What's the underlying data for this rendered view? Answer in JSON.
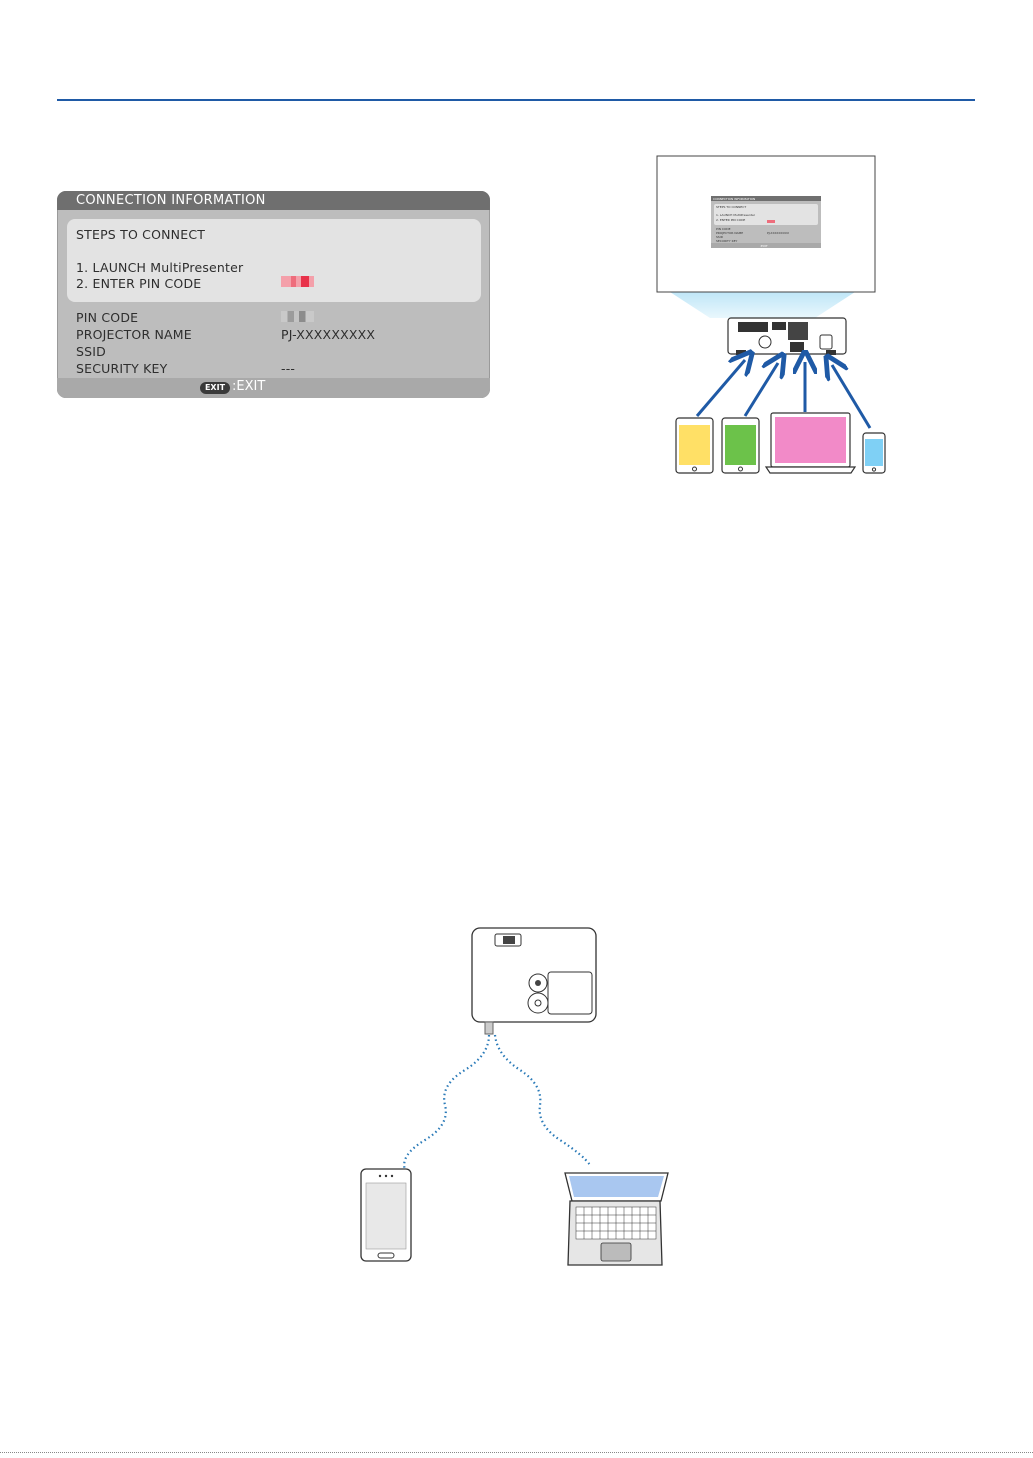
{
  "osd": {
    "title": "CONNECTION INFORMATION",
    "steps_heading": "STEPS TO CONNECT",
    "step1": "1. LAUNCH MultiPresenter",
    "step2": "2. ENTER PIN CODE",
    "rows": [
      {
        "label": "PIN CODE",
        "value": ""
      },
      {
        "label": "PROJECTOR NAME",
        "value": "PJ-XXXXXXXXX"
      },
      {
        "label": "SSID",
        "value": ""
      },
      {
        "label": "SECURITY KEY",
        "value": "---"
      }
    ],
    "exit_key": "EXIT",
    "exit_label": ":EXIT"
  },
  "mini_osd": {
    "title": "CONNECTION INFORMATION",
    "steps_heading": "STEPS TO CONNECT",
    "step1": "1. LAUNCH MultiPresenter",
    "step2": "2. ENTER PIN CODE",
    "row1": "PIN CODE",
    "row2": "PROJECTOR NAME",
    "row2_value": "PJ-XXXXXXXXX",
    "row3": "SSID",
    "row4": "SECURITY KEY",
    "exit": ":EXIT"
  },
  "colors": {
    "rule": "#1f5aa6",
    "arrow": "#1f5aa6",
    "tablet_yellow": "#ffe066",
    "tablet_green": "#6cc24a",
    "laptop_pink": "#f28ac8",
    "phone_blue": "#7fd0f5",
    "wifi_dots": "#2a7ab8"
  },
  "icons": {
    "projector_top": "projector-icon",
    "projector_front": "projector-icon",
    "smartphone": "smartphone-icon",
    "laptop": "laptop-icon",
    "tablet": "tablet-icon"
  }
}
